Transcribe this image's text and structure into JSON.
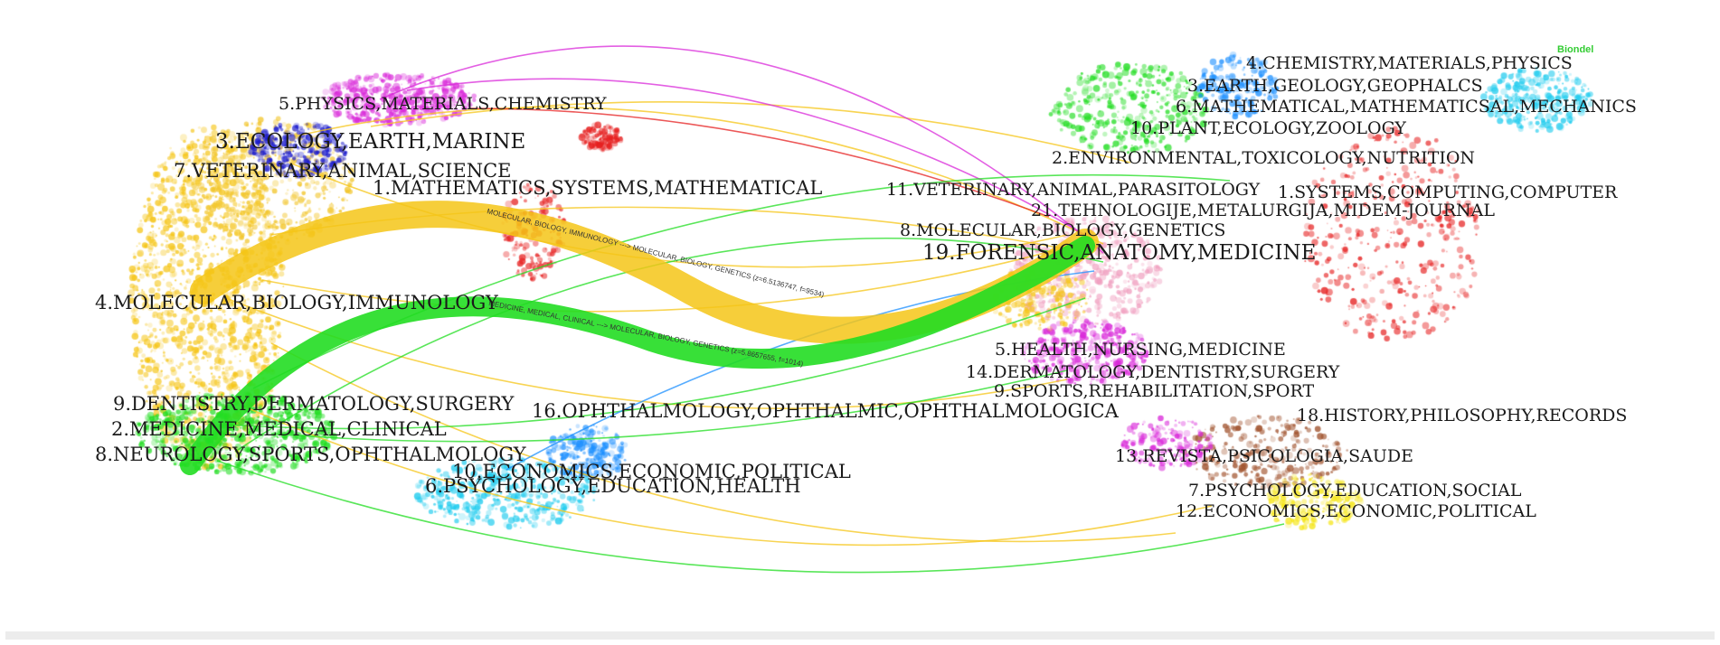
{
  "brand": {
    "label": "Biondel",
    "color": "#33cc33"
  },
  "left_clusters": [
    {
      "label": "5.PHYSICS,MATERIALS,CHEMISTRY",
      "color": "#d92ad9"
    },
    {
      "label": "3.ECOLOGY,EARTH,MARINE",
      "color": "#1a1acc"
    },
    {
      "label": "7.VETERINARY,ANIMAL,SCIENCE",
      "color": "#f2c62e"
    },
    {
      "label": "1.MATHEMATICS,SYSTEMS,MATHEMATICAL",
      "color": "#e62020"
    },
    {
      "label": "4.MOLECULAR,BIOLOGY,IMMUNOLOGY",
      "color": "#f5c518"
    },
    {
      "label": "9.DENTISTRY,DERMATOLOGY,SURGERY",
      "color": "#f5c518"
    },
    {
      "label": "2.MEDICINE,MEDICAL,CLINICAL",
      "color": "#22dd22"
    },
    {
      "label": "8.NEUROLOGY,SPORTS,OPHTHALMOLOGY",
      "color": "#22dd22"
    },
    {
      "label": "10.ECONOMICS,ECONOMIC,POLITICAL",
      "color": "#1e90ff"
    },
    {
      "label": "6.PSYCHOLOGY,EDUCATION,HEALTH",
      "color": "#22ccee"
    }
  ],
  "middle_clusters": [
    {
      "label": "16.OPHTHALMOLOGY,OPHTHALMIC,OPHTHALMOLOGICA",
      "color": "#22ccee"
    }
  ],
  "right_clusters": [
    {
      "label": "4.CHEMISTRY,MATERIALS,PHYSICS",
      "color": "#1a1acc"
    },
    {
      "label": "3.EARTH,GEOLOGY,GEOPHALCS",
      "color": "#1e90ff"
    },
    {
      "label": "6.MATHEMATICAL,MATHEMATICSAL,MECHANICS",
      "color": "#22ccee"
    },
    {
      "label": "10.PLANT,ECOLOGY,ZOOLOGY",
      "color": "#22dd22"
    },
    {
      "label": "2.ENVIRONMENTAL,TOXICOLOGY,NUTRITION",
      "color": "#f5c518"
    },
    {
      "label": "1.SYSTEMS,COMPUTING,COMPUTER",
      "color": "#e62020"
    },
    {
      "label": "11.VETERINARY,ANIMAL,PARASITOLOGY",
      "color": "#d92ad9"
    },
    {
      "label": "21.TEHNOLOGIJE,METALURGIJA,MIDEM-JOURNAL",
      "color": "#888888"
    },
    {
      "label": "8.MOLECULAR,BIOLOGY,GENETICS",
      "color": "#f5c518"
    },
    {
      "label": "19.FORENSIC,ANATOMY,MEDICINE",
      "color": "#f0a0c0"
    },
    {
      "label": "5.HEALTH,NURSING,MEDICINE",
      "color": "#d92ad9"
    },
    {
      "label": "14.DERMATOLOGY,DENTISTRY,SURGERY",
      "color": "#f0a0c0"
    },
    {
      "label": "9.SPORTS,REHABILITATION,SPORT",
      "color": "#f5c518"
    },
    {
      "label": "18.HISTORY,PHILOSOPHY,RECORDS",
      "color": "#a0522d"
    },
    {
      "label": "13.REVISTA,PSICOLOGIA,SAUDE",
      "color": "#d92ad9"
    },
    {
      "label": "7.PSYCHOLOGY,EDUCATION,SOCIAL",
      "color": "#f5e518"
    },
    {
      "label": "12.ECONOMICS,ECONOMIC,POLITICAL",
      "color": "#8b5a2b"
    }
  ],
  "bands": [
    {
      "label": "MOLECULAR, BIOLOGY, IMMUNOLOGY ---> MOLECULAR, BIOLOGY, GENETICS (z=6.5136747, f=9534)",
      "color": "#f5c518"
    },
    {
      "label": "MEDICINE, MEDICAL, CLINICAL ---> MOLECULAR, BIOLOGY, GENETICS (z=5.8657655, f=1014)",
      "color": "#22dd22"
    }
  ]
}
